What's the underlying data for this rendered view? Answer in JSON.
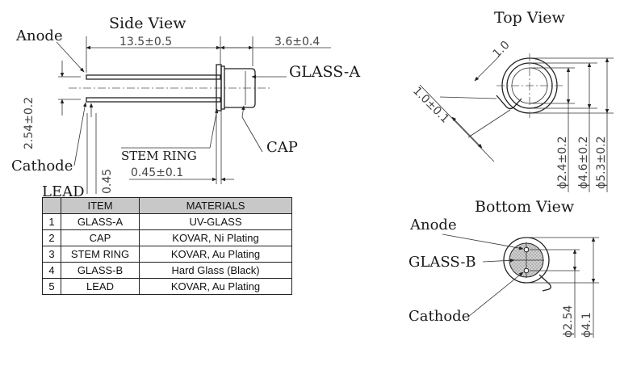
{
  "side_view": {
    "title": "Side View",
    "label_anode": "Anode",
    "label_cathode": "Cathode",
    "label_lead": "LEAD",
    "label_glass_a": "GLASS-A",
    "label_stem_ring": "STEM RING",
    "label_cap": "CAP",
    "dim_length": "13.5±0.5",
    "dim_cap": "3.6±0.4",
    "dim_pitch": "2.54±0.2",
    "dim_stem": "0.45±0.1",
    "dim_lead": "0.45"
  },
  "top_view": {
    "title": "Top View",
    "dim_tab": "1.0",
    "dim_tab_width": "1.0±0.1",
    "dim_d1": "ϕ2.4±0.2",
    "dim_d2": "ϕ4.6±0.2",
    "dim_d3": "ϕ5.3±0.2"
  },
  "bottom_view": {
    "title": "Bottom View",
    "label_anode": "Anode",
    "label_glass_b": "GLASS-B",
    "label_cathode": "Cathode",
    "dim_pitch": "ϕ2.54",
    "dim_dia": "ϕ4.1"
  },
  "materials_table": {
    "headers": [
      "",
      "ITEM",
      "MATERIALS"
    ],
    "rows": [
      {
        "no": "1",
        "item": "GLASS-A",
        "material": "UV-GLASS"
      },
      {
        "no": "2",
        "item": "CAP",
        "material": "KOVAR, Ni Plating"
      },
      {
        "no": "3",
        "item": "STEM RING",
        "material": "KOVAR, Au Plating"
      },
      {
        "no": "4",
        "item": "GLASS-B",
        "material": "Hard Glass (Black)"
      },
      {
        "no": "5",
        "item": "LEAD",
        "material": "KOVAR, Au Plating"
      }
    ]
  }
}
